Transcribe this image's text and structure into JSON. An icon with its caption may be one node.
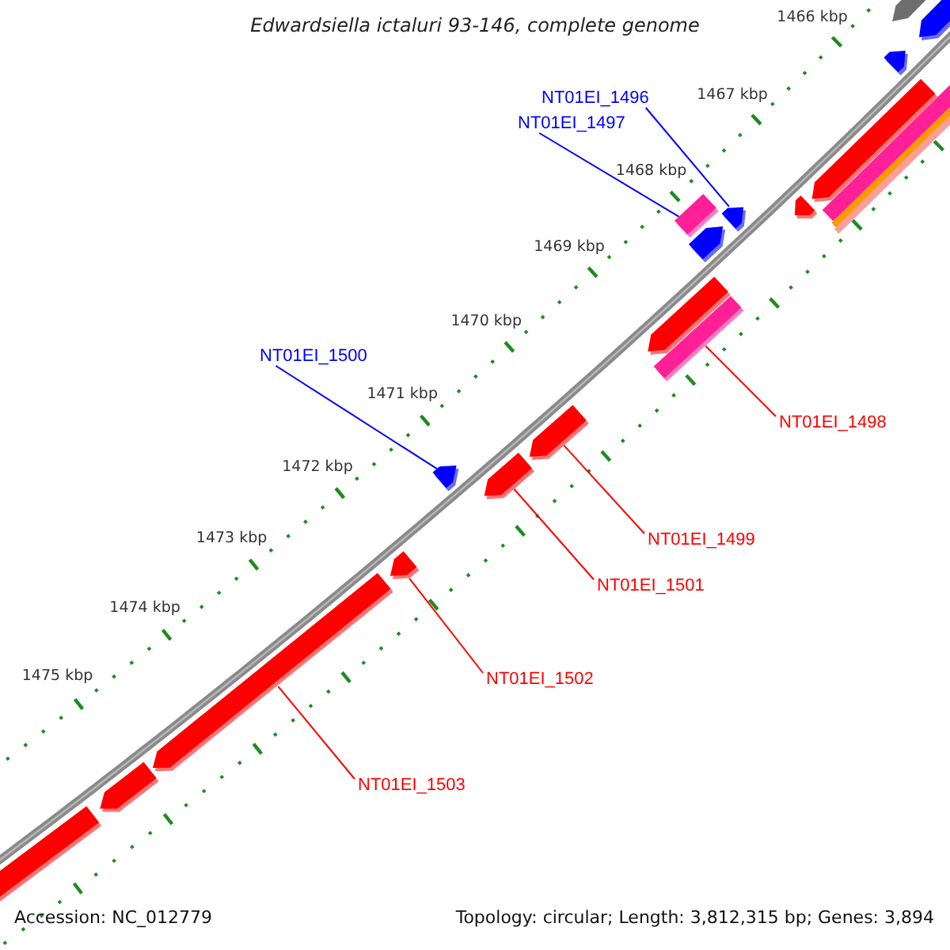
{
  "diagram": {
    "title": "Edwardsiella ictaluri 93-146, complete genome",
    "nodes": [
      {
        "text": [
          "NT01EI_1496"
        ]
      },
      {
        "text": [
          "NT01EI_1497"
        ]
      },
      {
        "text": [],
        "shape": "arrow"
      },
      {
        "text": [],
        "shape": "bar"
      },
      {
        "text": [
          "NT01EI_1500"
        ]
      },
      {
        "text": [],
        "shape": "arrow"
      },
      {
        "text": [],
        "shape": "bar"
      },
      {
        "text": [
          "NT01EI_1498"
        ]
      },
      {
        "text": [],
        "shape": "arrow"
      },
      {
        "text": [
          "NT01EI_1499"
        ]
      },
      {
        "text": [],
        "shape": "arrow"
      },
      {
        "text": [
          "NT01EI_1501"
        ]
      },
      {
        "text": [],
        "shape": "arrow"
      },
      {
        "text": [
          "NT01EI_1502"
        ]
      },
      {
        "text": [],
        "shape": "arrow"
      },
      {
        "text": [
          "NT01EI_1503"
        ]
      },
      {
        "text": [],
        "shape": "arrow"
      },
      {
        "text": [],
        "shape": "arrow"
      },
      {
        "text": [],
        "shape": "arrow"
      },
      {
        "text": [],
        "shape": "arrow"
      },
      {
        "text": [],
        "shape": "arrow"
      },
      {
        "text": [],
        "shape": "bar"
      },
      {
        "text": [],
        "shape": "bar"
      },
      {
        "text": [],
        "shape": "bar"
      },
      {
        "text": [],
        "shape": "arrow"
      },
      {
        "text": [],
        "shape": "arrow"
      },
      {
        "text": [],
        "shape": "arrow"
      },
      {
        "text": [],
        "shape": "arrow"
      }
    ],
    "edges": [
      {
        "from": 0,
        "to": 2,
        "arrow": "none",
        "color": "#0000ff"
      },
      {
        "from": 1,
        "to": 3,
        "arrow": "none",
        "color": "#0000ff"
      },
      {
        "from": 4,
        "to": 5,
        "arrow": "none",
        "color": "#0000ff"
      },
      {
        "from": 7,
        "to": 6,
        "arrow": "none"
      },
      {
        "from": 9,
        "to": 8,
        "arrow": "none"
      },
      {
        "from": 11,
        "to": 10,
        "arrow": "none"
      },
      {
        "from": 13,
        "to": 12,
        "arrow": "none"
      },
      {
        "from": 15,
        "to": 14,
        "arrow": "none"
      }
    ],
    "labels": [
      "1466 kbp",
      "1467 kbp",
      "1468 kbp",
      "1469 kbp",
      "1470 kbp",
      "1471 kbp",
      "1472 kbp",
      "1473 kbp",
      "1474 kbp",
      "1475 kbp",
      "Accession: NC_012779",
      "Topology: circular; Length: 3,812,315 bp; Genes: 3,894"
    ]
  }
}
